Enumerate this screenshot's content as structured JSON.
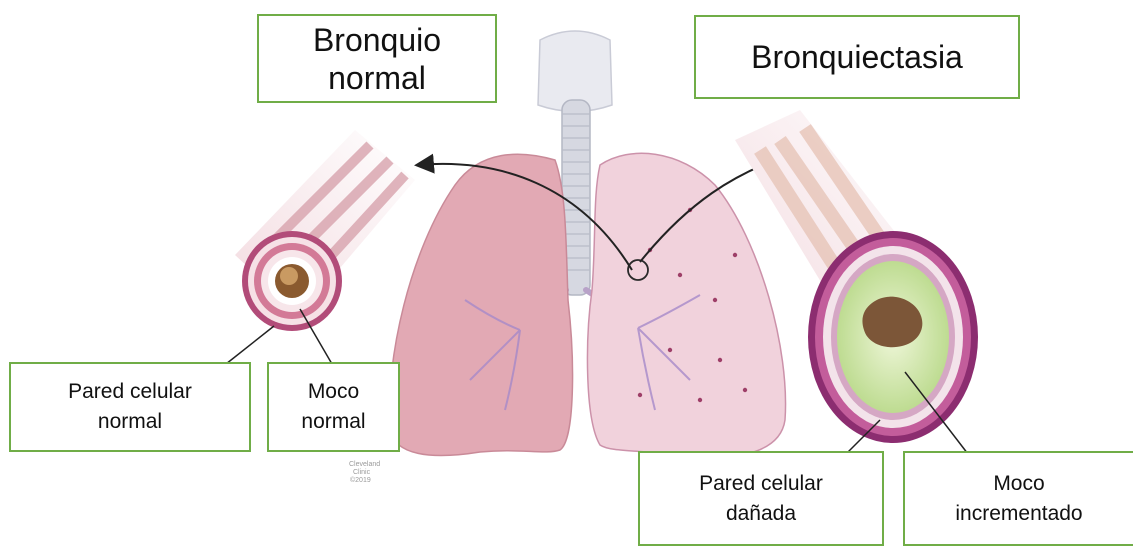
{
  "labels": {
    "normal_bronchus": [
      "Bronquio",
      "normal"
    ],
    "bronchiectasis": "Bronquiectasia",
    "normal_wall": [
      "Pared celular",
      "normal"
    ],
    "normal_mucus": [
      "Moco",
      "normal"
    ],
    "damaged_wall": [
      "Pared celular",
      "dañada"
    ],
    "increased_mucus": [
      "Moco",
      "incrementado"
    ]
  },
  "credit": [
    "Cleveland",
    "Clinic",
    "©2019"
  ],
  "colors": {
    "box_border": "#70ad47",
    "lung_left": "#e2a9b4",
    "lung_right": "#f1d2dc",
    "mucus_increased": "#cfe6a6",
    "airway_wall": "#c1609a"
  },
  "icons": {
    "trachea": "trachea-icon",
    "lungs": "lungs-icon",
    "normal_airway": "normal-airway-icon",
    "dilated_airway": "dilated-airway-icon"
  }
}
